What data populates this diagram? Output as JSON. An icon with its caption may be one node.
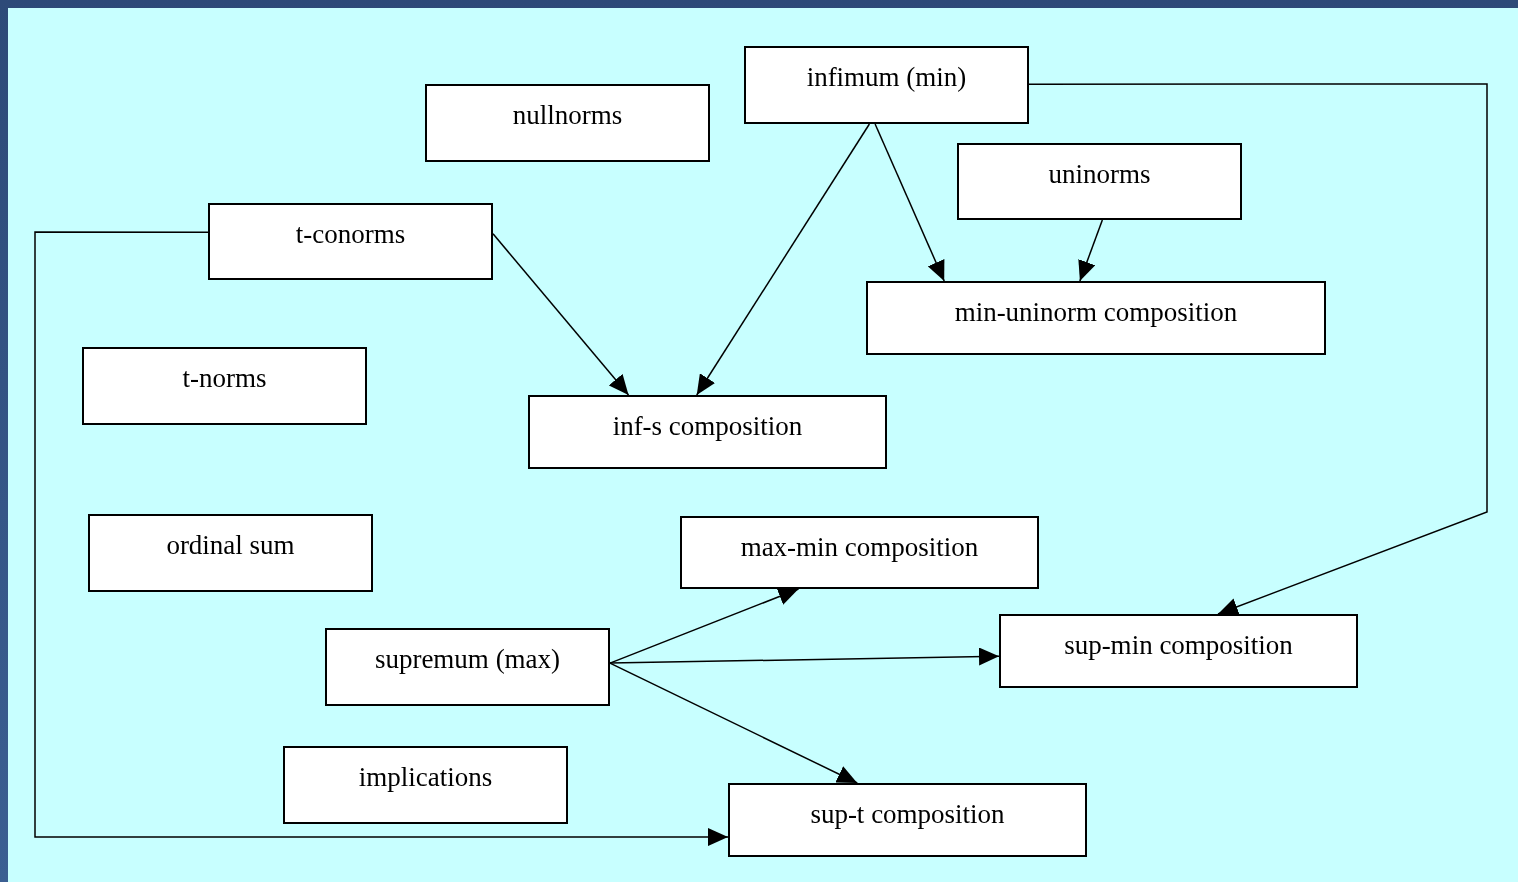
{
  "diagram": {
    "nodes": [
      {
        "text": [
          "nullnorms"
        ]
      },
      {
        "text": [
          "infimum (min)"
        ]
      },
      {
        "text": [
          "uninorms"
        ]
      },
      {
        "text": [
          "t-conorms"
        ]
      },
      {
        "text": [
          "min-uninorm composition"
        ]
      },
      {
        "text": [
          "t-norms"
        ]
      },
      {
        "text": [
          "inf-s composition"
        ]
      },
      {
        "text": [
          "ordinal sum"
        ]
      },
      {
        "text": [
          "max-min composition"
        ]
      },
      {
        "text": [
          "sup-min composition"
        ]
      },
      {
        "text": [
          "supremum (max)"
        ]
      },
      {
        "text": [
          "implications"
        ]
      },
      {
        "text": [
          "sup-t composition"
        ]
      }
    ],
    "edges": [
      {
        "from": 1,
        "to": 6,
        "arrow": "to"
      },
      {
        "from": 1,
        "to": 4,
        "arrow": "to"
      },
      {
        "from": 2,
        "to": 4,
        "arrow": "to"
      },
      {
        "from": 3,
        "to": 6,
        "arrow": "to"
      },
      {
        "from": 1,
        "to": 9,
        "arrow": "to"
      },
      {
        "from": 10,
        "to": 8,
        "arrow": "to"
      },
      {
        "from": 10,
        "to": 9,
        "arrow": "to"
      },
      {
        "from": 10,
        "to": 12,
        "arrow": "to"
      },
      {
        "from": 3,
        "to": 12,
        "arrow": "to"
      }
    ]
  }
}
